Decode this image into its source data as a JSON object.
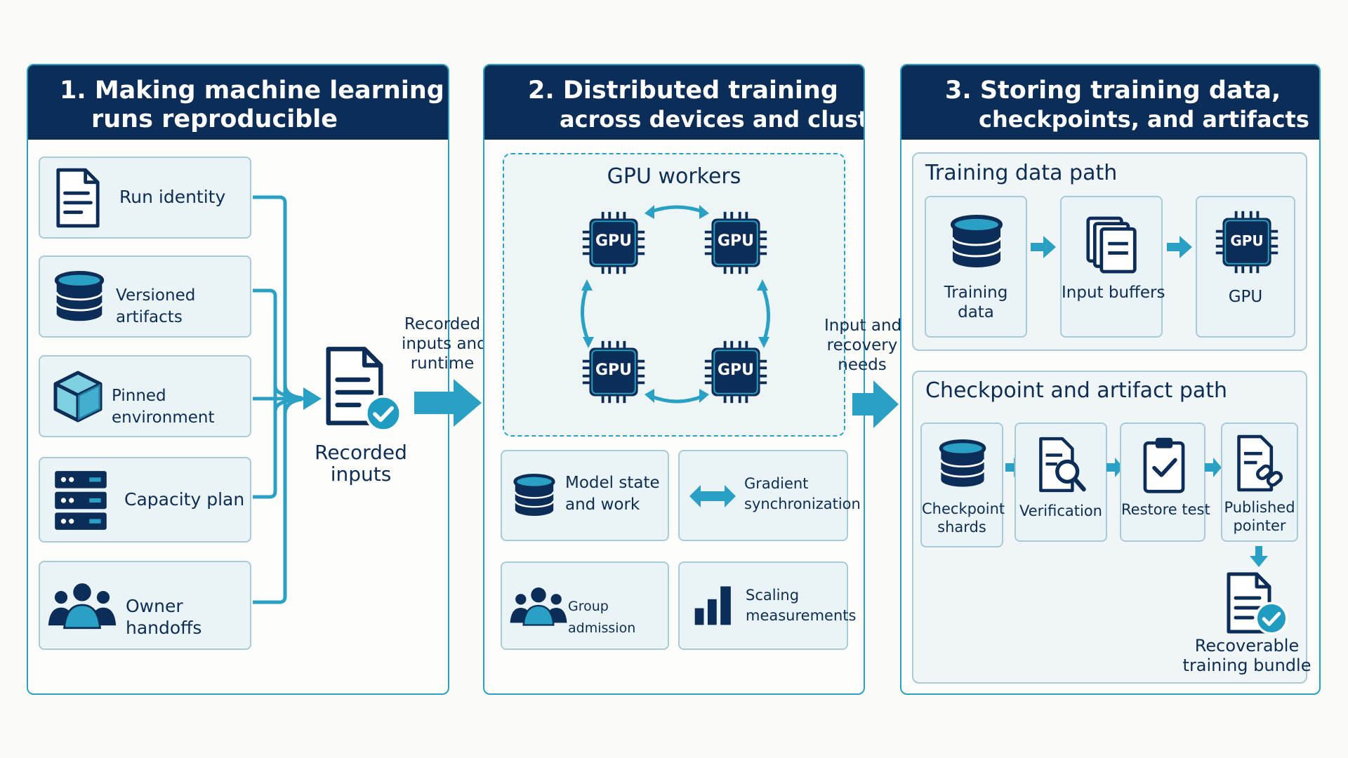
{
  "panels": [
    {
      "number": "1.",
      "title_lines": [
        "Making machine learning",
        "runs reproducible"
      ]
    },
    {
      "number": "2.",
      "title_lines": [
        "Distributed training",
        "across devices and clusters"
      ]
    },
    {
      "number": "3.",
      "title_lines": [
        "Storing training data,",
        "checkpoints, and artifacts"
      ]
    }
  ],
  "panel1": {
    "items": [
      "Run identity",
      "Versioned artifacts",
      "Pinned environment",
      "Capacity plan",
      "Owner handoffs"
    ],
    "recorded_inputs_lines": [
      "Recorded",
      "inputs"
    ]
  },
  "arrow1_label_lines": [
    "Recorded",
    "inputs and",
    "runtime"
  ],
  "panel2": {
    "workers_title": "GPU workers",
    "gpu_label": "GPU",
    "cards": [
      {
        "label_lines": [
          "Model state",
          "and work"
        ]
      },
      {
        "label_lines": [
          "Gradient",
          "synchronization"
        ]
      },
      {
        "label_lines": [
          "Group admission"
        ]
      },
      {
        "label_lines": [
          "Scaling",
          "measurements"
        ]
      }
    ]
  },
  "arrow2_label_lines": [
    "Input and",
    "recovery",
    "needs"
  ],
  "panel3": {
    "training_title": "Training data path",
    "training_steps": [
      {
        "label_lines": [
          "Training",
          "data"
        ]
      },
      {
        "label_lines": [
          "Input buffers"
        ]
      },
      {
        "label_lines": [
          "GPU"
        ]
      }
    ],
    "checkpoint_title": "Checkpoint and artifact path",
    "checkpoint_steps": [
      {
        "label_lines": [
          "Checkpoint",
          "shards"
        ]
      },
      {
        "label_lines": [
          "Verification"
        ]
      },
      {
        "label_lines": [
          "Restore test"
        ]
      },
      {
        "label_lines": [
          "Published",
          "pointer"
        ]
      }
    ],
    "bundle_lines": [
      "Recoverable",
      "training bundle"
    ]
  },
  "colors": {
    "navy": "#0c2d57",
    "teal": "#2aa0c4",
    "card": "#eaf3f5",
    "check": "#1f9cc0"
  }
}
